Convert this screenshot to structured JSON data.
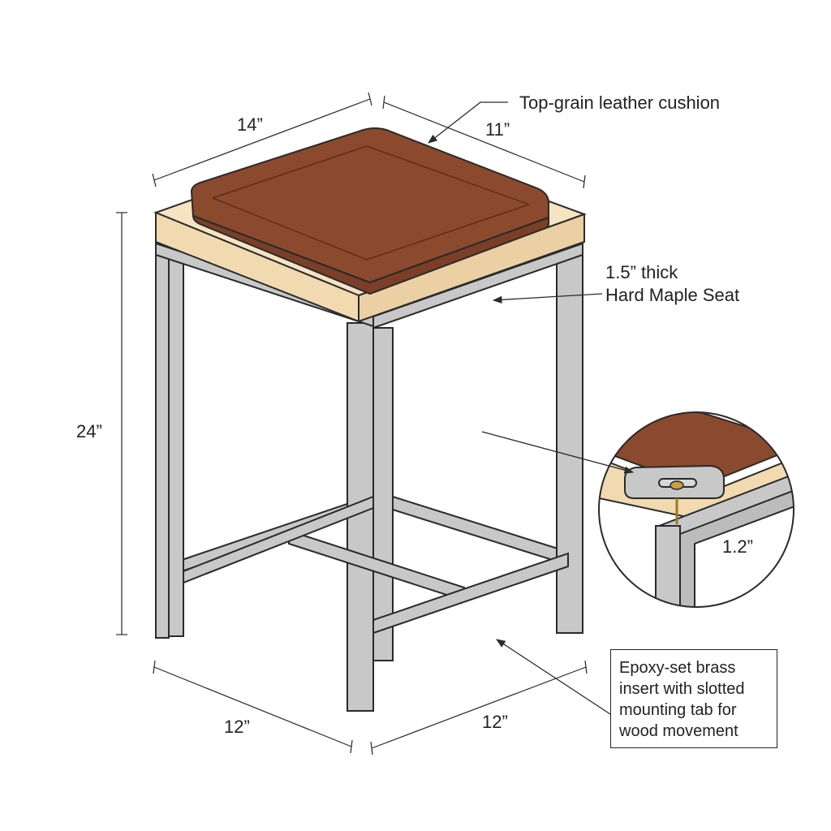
{
  "dimensions": {
    "top_width": "14”",
    "top_depth": "11”",
    "height": "24”",
    "base_width": "12”",
    "base_depth": "12”",
    "detail_leg": "1.2”"
  },
  "callouts": {
    "cushion": "Top-grain leather cushion",
    "seat_line1": "1.5” thick",
    "seat_line2": "Hard Maple Seat",
    "insert_lines": [
      "Epoxy-set brass",
      "insert with slotted",
      "mounting tab for",
      "wood movement"
    ]
  },
  "colors": {
    "leather": "#8b4a2e",
    "maple": "#f1d9b0",
    "steel": "#c8c8c8",
    "outline": "#2a2a2a",
    "brass": "#c9a23a"
  }
}
